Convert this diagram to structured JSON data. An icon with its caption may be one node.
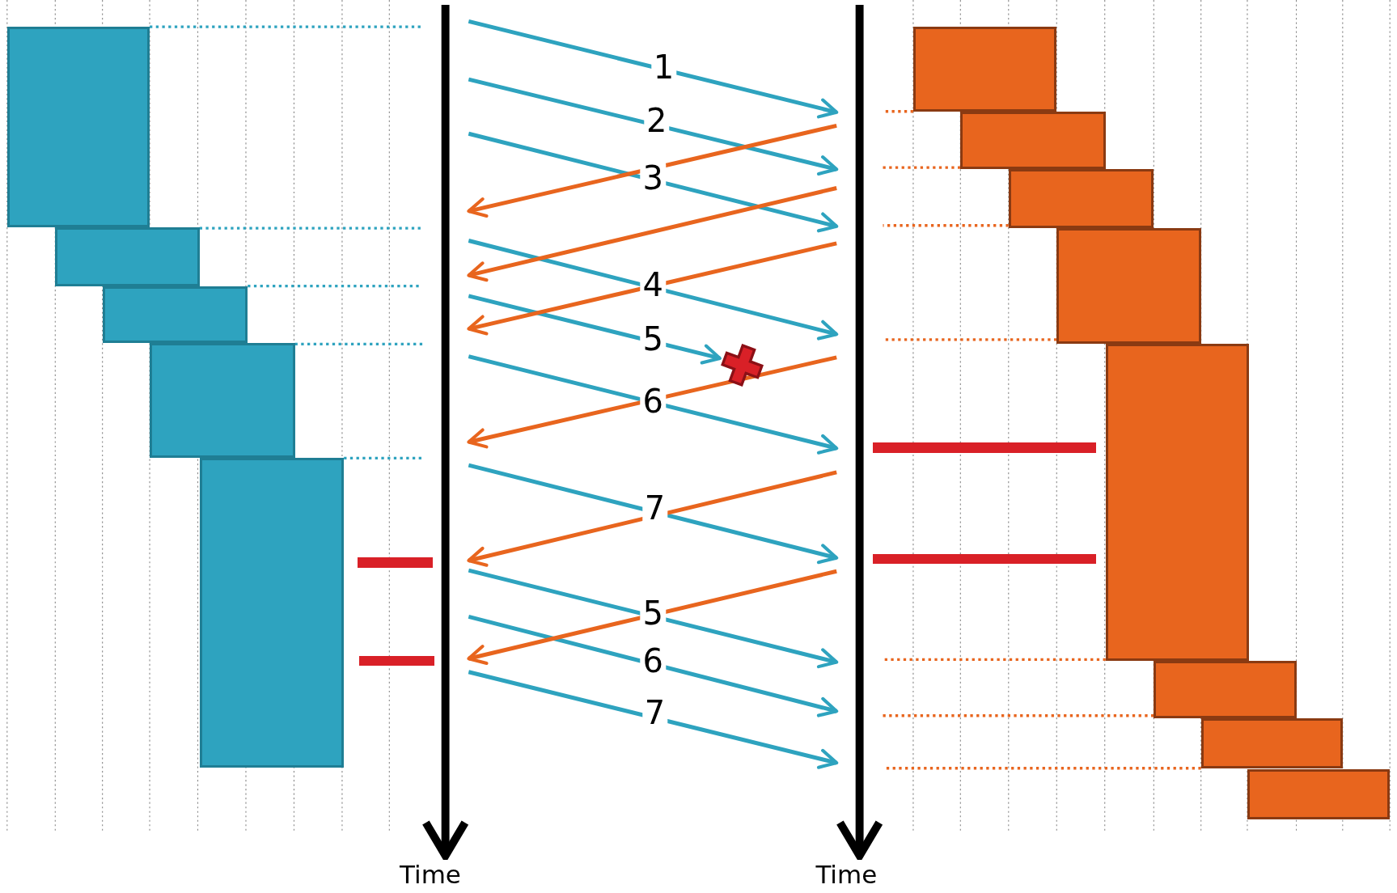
{
  "diagram": {
    "nodes": [
      {
        "text": [],
        "shape": "bar",
        "beside": [
          "Time"
        ]
      },
      {
        "text": [],
        "shape": "bar",
        "beside": [
          "Time"
        ]
      },
      {
        "text": [],
        "shape": "box"
      },
      {
        "text": [],
        "shape": "box"
      },
      {
        "text": [],
        "shape": "box"
      },
      {
        "text": [],
        "shape": "box"
      },
      {
        "text": [],
        "shape": "box"
      },
      {
        "text": [],
        "shape": "box"
      },
      {
        "text": [],
        "shape": "box"
      },
      {
        "text": [],
        "shape": "box"
      },
      {
        "text": [],
        "shape": "box"
      },
      {
        "text": [],
        "shape": "box"
      },
      {
        "text": [],
        "shape": "box"
      },
      {
        "text": [],
        "shape": "box"
      },
      {
        "text": [],
        "shape": "box"
      },
      {
        "text": [],
        "shape": "cross"
      }
    ],
    "edges": [
      {
        "from": 2,
        "to": 0,
        "arrow": "none",
        "style": "dashed"
      },
      {
        "from": 3,
        "to": 0,
        "arrow": "none",
        "style": "dashed"
      },
      {
        "from": 4,
        "to": 0,
        "arrow": "none",
        "style": "dashed"
      },
      {
        "from": 5,
        "to": 0,
        "arrow": "none",
        "style": "dashed"
      },
      {
        "from": 6,
        "to": 0,
        "arrow": "none",
        "style": "dashed"
      },
      {
        "from": 0,
        "to": 1,
        "arrow": "to",
        "label": "1"
      },
      {
        "from": 0,
        "to": 1,
        "arrow": "to",
        "label": "2"
      },
      {
        "from": 0,
        "to": 1,
        "arrow": "to",
        "label": "3"
      },
      {
        "from": 0,
        "to": 1,
        "arrow": "to",
        "label": "4"
      },
      {
        "from": 0,
        "to": 15,
        "arrow": "to",
        "label": "5"
      },
      {
        "from": 0,
        "to": 1,
        "arrow": "to",
        "label": "6"
      },
      {
        "from": 0,
        "to": 1,
        "arrow": "to",
        "label": "7"
      },
      {
        "from": 0,
        "to": 1,
        "arrow": "to",
        "label": "5"
      },
      {
        "from": 0,
        "to": 1,
        "arrow": "to",
        "label": "6"
      },
      {
        "from": 0,
        "to": 1,
        "arrow": "to",
        "label": "7"
      },
      {
        "from": 1,
        "to": 0,
        "arrow": "to",
        "color": "#e8651e"
      },
      {
        "from": 1,
        "to": 0,
        "arrow": "to",
        "color": "#e8651e"
      },
      {
        "from": 1,
        "to": 0,
        "arrow": "to",
        "color": "#e8651e"
      },
      {
        "from": 1,
        "to": 0,
        "arrow": "to",
        "color": "#e8651e"
      },
      {
        "from": 1,
        "to": 0,
        "arrow": "to",
        "color": "#e8651e"
      },
      {
        "from": 1,
        "to": 0,
        "arrow": "to",
        "color": "#e8651e"
      },
      {
        "from": 7,
        "to": 1,
        "arrow": "none",
        "style": "dashed",
        "color": "#e8651e"
      },
      {
        "from": 8,
        "to": 1,
        "arrow": "none",
        "style": "dashed",
        "color": "#e8651e"
      },
      {
        "from": 9,
        "to": 1,
        "arrow": "none",
        "style": "dashed",
        "color": "#e8651e"
      },
      {
        "from": 10,
        "to": 1,
        "arrow": "none",
        "style": "dashed",
        "color": "#e8651e"
      },
      {
        "from": 11,
        "to": 1,
        "arrow": "none",
        "style": "dashed",
        "color": "#e8651e"
      },
      {
        "from": 12,
        "to": 1,
        "arrow": "none",
        "style": "dashed",
        "color": "#e8651e"
      },
      {
        "from": 13,
        "to": 1,
        "arrow": "none",
        "style": "dashed",
        "color": "#e8651e"
      }
    ]
  }
}
